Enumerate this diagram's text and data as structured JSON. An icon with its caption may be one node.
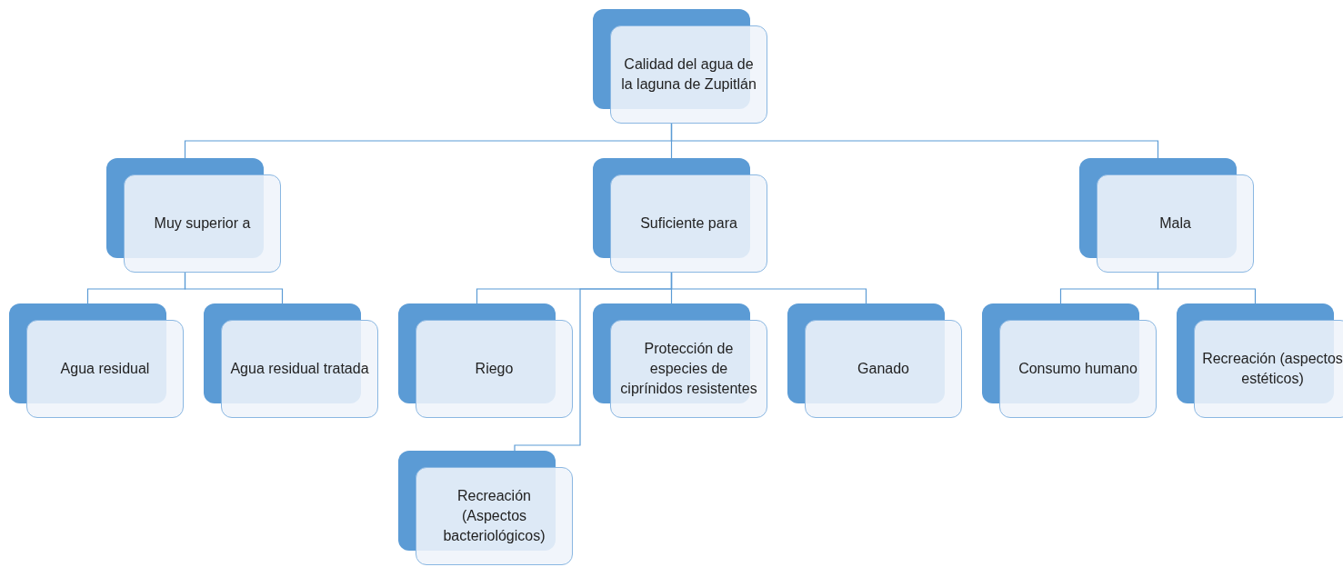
{
  "diagram": {
    "nodes": [
      {
        "text": [
          "Calidad del agua de la laguna de Zupitlán"
        ]
      },
      {
        "text": [
          "Muy superior a"
        ]
      },
      {
        "text": [
          "Suficiente para"
        ]
      },
      {
        "text": [
          "Mala"
        ]
      },
      {
        "text": [
          "Agua residual"
        ]
      },
      {
        "text": [
          "Agua residual tratada"
        ]
      },
      {
        "text": [
          "Riego"
        ]
      },
      {
        "text": [
          "Protección de especies de ciprínidos resistentes"
        ]
      },
      {
        "text": [
          "Ganado"
        ]
      },
      {
        "text": [
          "Consumo humano"
        ]
      },
      {
        "text": [
          "Recreación (aspectos estéticos)"
        ]
      },
      {
        "text": [
          "Recreación (Aspectos bacteriológicos)"
        ]
      }
    ],
    "edges": [
      {
        "from": 0,
        "to": 1,
        "arrow": "none"
      },
      {
        "from": 0,
        "to": 2,
        "arrow": "none"
      },
      {
        "from": 0,
        "to": 3,
        "arrow": "none"
      },
      {
        "from": 1,
        "to": 4,
        "arrow": "none"
      },
      {
        "from": 1,
        "to": 5,
        "arrow": "none"
      },
      {
        "from": 2,
        "to": 6,
        "arrow": "none"
      },
      {
        "from": 2,
        "to": 7,
        "arrow": "none"
      },
      {
        "from": 2,
        "to": 8,
        "arrow": "none"
      },
      {
        "from": 2,
        "to": 11,
        "arrow": "none"
      },
      {
        "from": 3,
        "to": 9,
        "arrow": "none"
      },
      {
        "from": 3,
        "to": 10,
        "arrow": "none"
      }
    ]
  }
}
